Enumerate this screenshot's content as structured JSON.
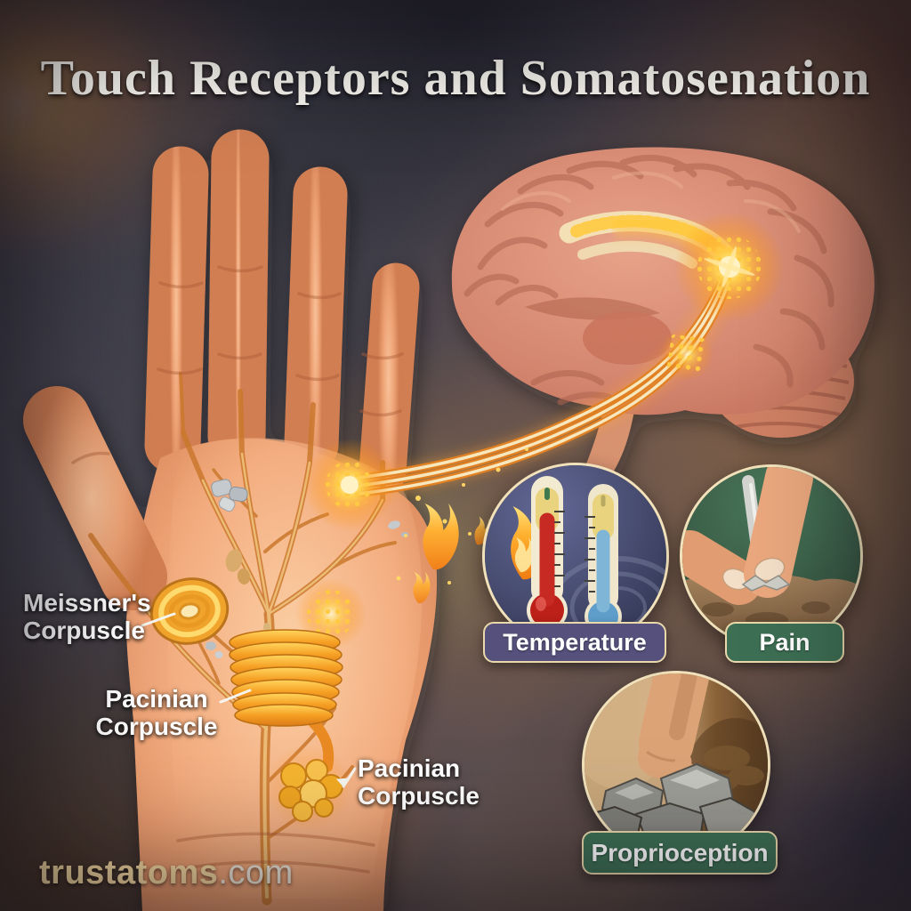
{
  "title": "Touch Receptors and Somatosenation",
  "hand": {
    "labels": {
      "meissners": {
        "line1": "Meissner's",
        "line2": "Corpuscle"
      },
      "pacinian_coil": {
        "line1": "Pacinian",
        "line2": "Corpuscle"
      },
      "pacinian_cluster": {
        "line1": "Pacinian",
        "line2": "Corpuscle"
      }
    },
    "illustrated_parts": [
      "palm-nerve-network",
      "meissners-corpuscle",
      "pacinian-corpuscle-coil",
      "pacinian-corpuscle-cluster",
      "glowing-signal-node"
    ]
  },
  "brain": {
    "illustrated_parts": [
      "sagittal-brain",
      "corpus-callosum-glow",
      "thalamus-signal-node",
      "cerebellum",
      "brainstem",
      "nerve-fiber-bundle"
    ]
  },
  "insets": {
    "temperature": {
      "label": "Temperature",
      "badge_color": "#55517c",
      "icon": "hot-cold-thermometers-with-flame"
    },
    "pain": {
      "label": "Pain",
      "badge_color": "#3d6f54",
      "icon": "fingers-pressing-sharp-object"
    },
    "proprioception": {
      "label": "Proprioception",
      "badge_color": "#3d6f54",
      "icon": "foot-stepping-on-rocks"
    }
  },
  "watermark": {
    "site_name": "trustatoms",
    "domain_suffix": ".com"
  },
  "colors": {
    "title_text": "#faf8f1",
    "label_text": "#ffffff",
    "circle_border": "#f1e2bb",
    "badge_border": "#ead9ab",
    "temperature_badge": "#55517c",
    "pain_badge": "#3d6f54",
    "proprioception_badge": "#3d6f54",
    "nerve_glow": "#ffb63c",
    "watermark_site": "#f3d79f",
    "watermark_tld": "#efe9dc"
  }
}
